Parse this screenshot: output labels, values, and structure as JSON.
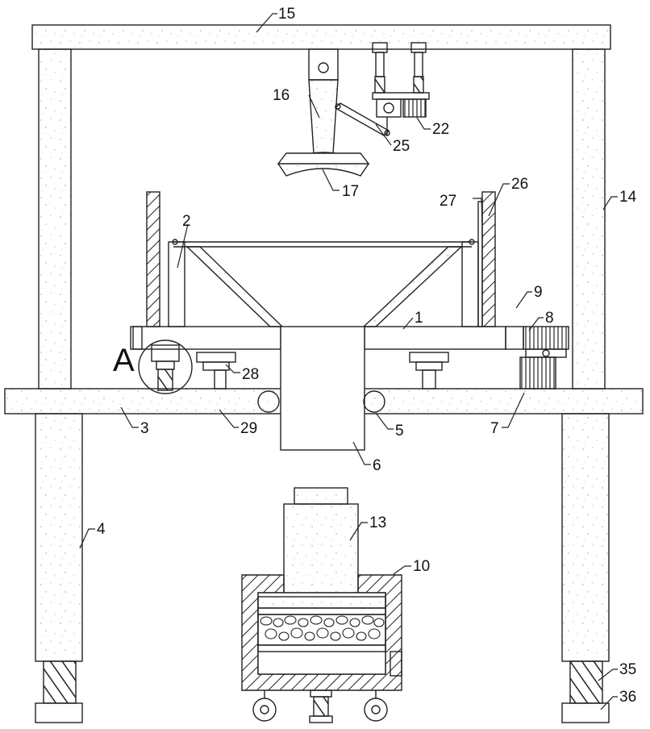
{
  "figure": {
    "callouts": [
      {
        "id": "c15",
        "text": "15"
      },
      {
        "id": "c16",
        "text": "16"
      },
      {
        "id": "c22",
        "text": "22"
      },
      {
        "id": "c25",
        "text": "25"
      },
      {
        "id": "c17",
        "text": "17"
      },
      {
        "id": "c26",
        "text": "26"
      },
      {
        "id": "c27",
        "text": "27"
      },
      {
        "id": "c14",
        "text": "14"
      },
      {
        "id": "c2",
        "text": "2"
      },
      {
        "id": "c9",
        "text": "9"
      },
      {
        "id": "c8",
        "text": "8"
      },
      {
        "id": "c1",
        "text": "1"
      },
      {
        "id": "cA",
        "text": "A"
      },
      {
        "id": "c28",
        "text": "28"
      },
      {
        "id": "c3",
        "text": "3"
      },
      {
        "id": "c29",
        "text": "29"
      },
      {
        "id": "c5",
        "text": "5"
      },
      {
        "id": "c7",
        "text": "7"
      },
      {
        "id": "c6",
        "text": "6"
      },
      {
        "id": "c4",
        "text": "4"
      },
      {
        "id": "c13",
        "text": "13"
      },
      {
        "id": "c10",
        "text": "10"
      },
      {
        "id": "c35",
        "text": "35"
      },
      {
        "id": "c36",
        "text": "36"
      }
    ]
  }
}
